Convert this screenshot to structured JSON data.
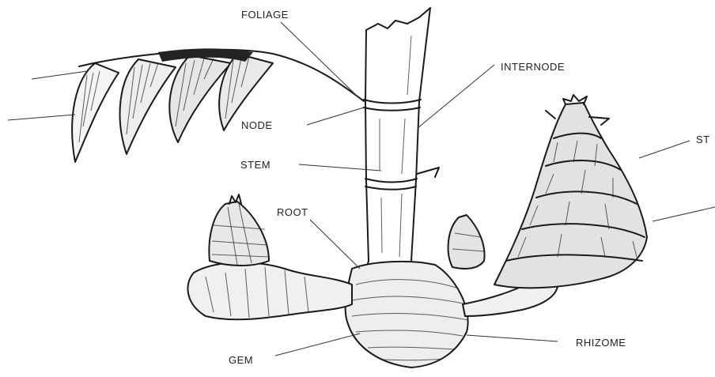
{
  "labels": {
    "foliage": "FOLIAGE",
    "internode": "INTERNODE",
    "node": "NODE",
    "stem": "STEM",
    "root": "ROOT",
    "rhizome": "RHIZOME",
    "gem": "GEM",
    "shoot_partial": "ST"
  }
}
